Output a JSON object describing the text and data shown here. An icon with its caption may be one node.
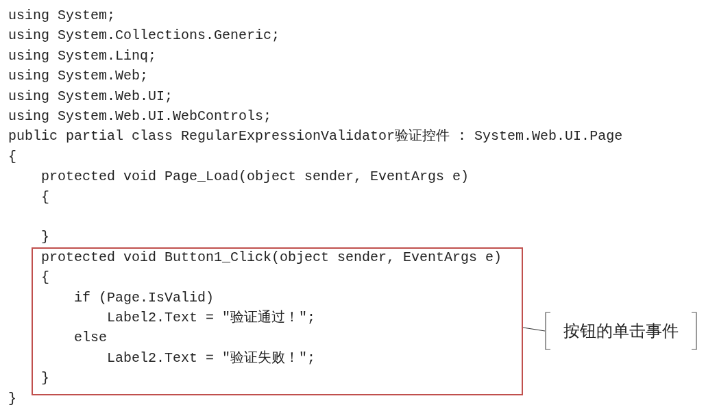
{
  "diagram": {
    "nodes": [
      {
        "text": [
          "protected void Button1_Click(object sender, EventArgs e)",
          "{",
          "if (Page.IsValid)",
          "Label2.Text = \"验证通过！\";",
          "else",
          "Label2.Text = \"验证失败！\";",
          "}"
        ]
      },
      {
        "text": [
          "按钮的单击事件"
        ]
      }
    ],
    "edges": [
      {
        "from": 1,
        "to": 0,
        "arrow": "none"
      }
    ],
    "labels": [
      "using System;",
      "using System.Collections.Generic;",
      "using System.Linq;",
      "using System.Web;",
      "using System.Web.UI;",
      "using System.Web.UI.WebControls;",
      "public partial class RegularExpressionValidator验证控件 : System.Web.UI.Page",
      "{",
      "protected void Page_Load(object sender, EventArgs e)",
      "{",
      "}",
      "}"
    ]
  }
}
